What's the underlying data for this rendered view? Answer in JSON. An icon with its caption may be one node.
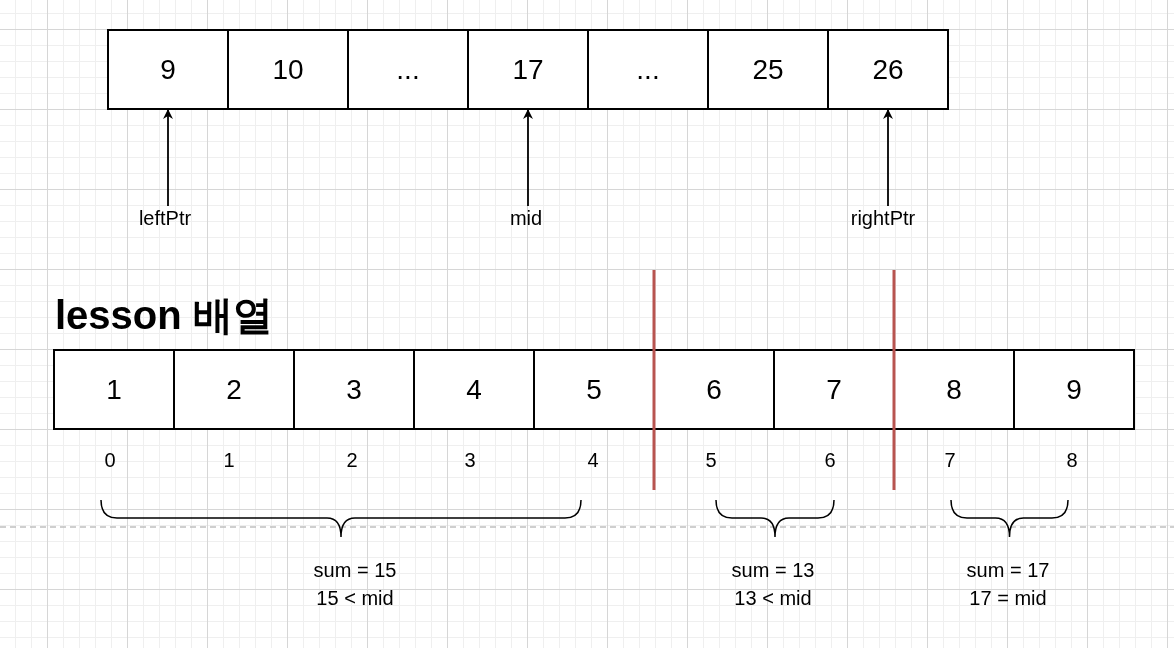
{
  "diagram": {
    "title": "lesson 배열",
    "nodes": [
      {
        "text": [
          "9"
        ]
      },
      {
        "text": [
          "10"
        ]
      },
      {
        "text": [
          "..."
        ]
      },
      {
        "text": [
          "17"
        ]
      },
      {
        "text": [
          "..."
        ]
      },
      {
        "text": [
          "25"
        ]
      },
      {
        "text": [
          "26"
        ]
      },
      {
        "text": [
          "leftPtr"
        ]
      },
      {
        "text": [
          "mid"
        ]
      },
      {
        "text": [
          "rightPtr"
        ]
      },
      {
        "text": [
          "1"
        ]
      },
      {
        "text": [
          "2"
        ]
      },
      {
        "text": [
          "3"
        ]
      },
      {
        "text": [
          "4"
        ]
      },
      {
        "text": [
          "5"
        ]
      },
      {
        "text": [
          "6"
        ]
      },
      {
        "text": [
          "7"
        ]
      },
      {
        "text": [
          "8"
        ]
      },
      {
        "text": [
          "9"
        ]
      }
    ],
    "edges": [
      {
        "from": 7,
        "to": 0,
        "arrow": "to"
      },
      {
        "from": 8,
        "to": 3,
        "arrow": "to"
      },
      {
        "from": 9,
        "to": 6,
        "arrow": "to"
      }
    ],
    "labels": [
      "0",
      "1",
      "2",
      "3",
      "4",
      "5",
      "6",
      "7",
      "8",
      "sum = 15 15 < mid",
      "sum = 13 13 < mid",
      "sum = 17 17 = mid"
    ]
  }
}
